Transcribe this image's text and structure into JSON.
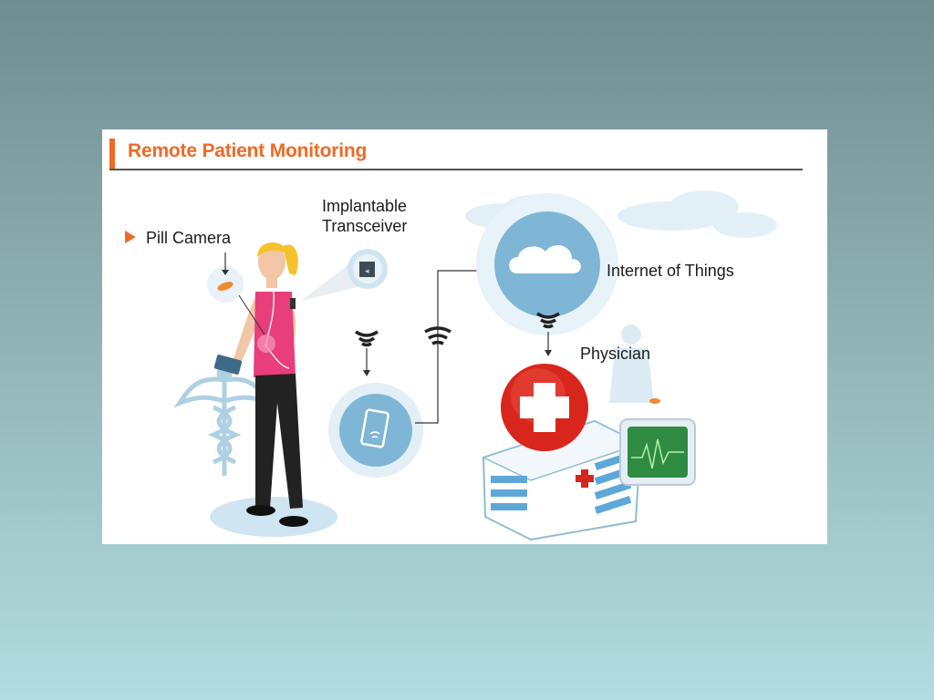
{
  "title": "Remote Patient Monitoring",
  "labels": {
    "pill_camera": "Pill Camera",
    "implantable_line1": "Implantable",
    "implantable_line2": "Transceiver",
    "internet_of_things": "Internet of Things",
    "physician": "Physician"
  },
  "icons": [
    "pill-camera-icon",
    "implant-icon",
    "tablet-icon",
    "cloud-icon",
    "hospital-icon",
    "red-cross-icon",
    "caduceus-icon",
    "monitor-icon",
    "wifi-icon"
  ],
  "colors": {
    "accent": "#ee6a25",
    "circle_blue": "#7fb6d6",
    "cross_red": "#d8261d",
    "monitor_green": "#3a9b4a"
  }
}
